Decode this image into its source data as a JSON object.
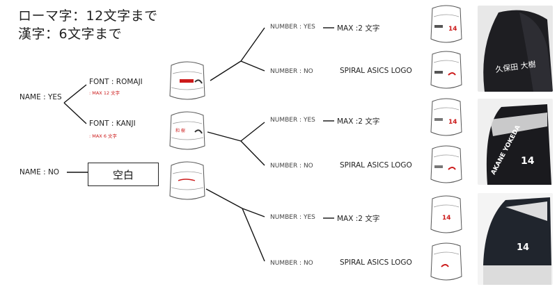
{
  "header": {
    "line1": "ローマ字：12文字まで",
    "line2": "漢字：6文字まで"
  },
  "name_yes": {
    "label": "NAME : YES",
    "font_romaji": "FONT : ROMAJI",
    "romaji_max": ": MAX 12 文字",
    "font_kanji": "FONT : KANJI",
    "kanji_max": ": MAX 6 文字"
  },
  "name_no": {
    "label": "NAME : NO",
    "blank": "空白"
  },
  "number_options": [
    {
      "yes": "NUMBER : YES",
      "yes_result": "MAX :2 文字",
      "no": "NUMBER : NO",
      "no_result": "SPIRAL ASICS LOGO"
    },
    {
      "yes": "NUMBER : YES",
      "yes_result": "MAX :2 文字",
      "no": "NUMBER : NO",
      "no_result": "SPIRAL ASICS LOGO"
    },
    {
      "yes": "NUMBER : YES",
      "yes_result": "MAX :2 文字",
      "no": "NUMBER : NO",
      "no_result": "SPIRAL ASICS LOGO"
    }
  ],
  "shoe_number": "14",
  "photos": [
    {
      "text": "久保田 大樹"
    },
    {
      "text": "AKANE YOKEDA",
      "number": "14"
    },
    {
      "number": "14"
    }
  ],
  "colors": {
    "accent": "#cc1a1a",
    "line": "#111111"
  }
}
